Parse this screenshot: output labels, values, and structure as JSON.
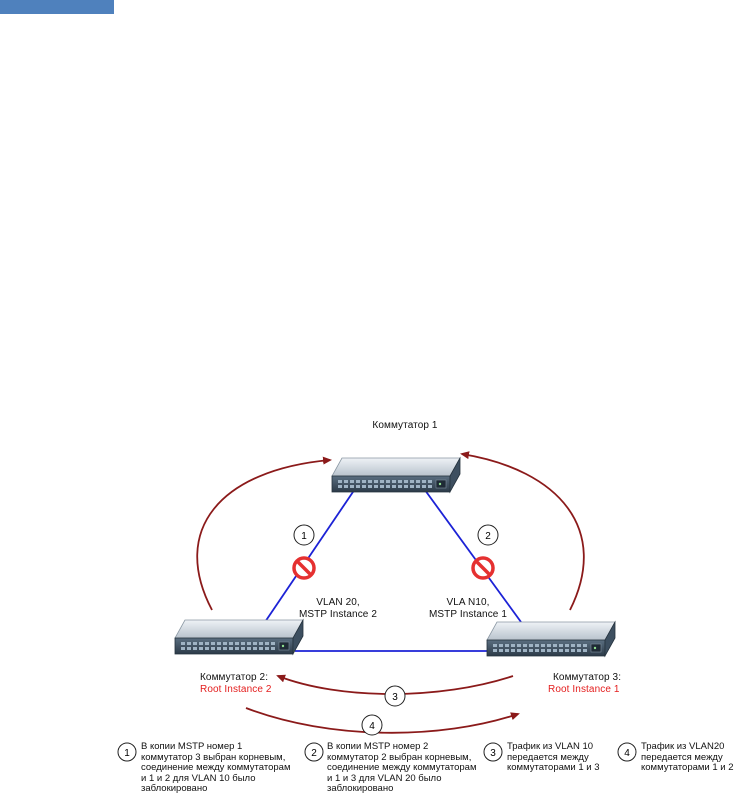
{
  "switches": {
    "sw1": {
      "label": "Коммутатор 1"
    },
    "sw2": {
      "label": "Коммутатор 2:",
      "role": "Root Instance 2"
    },
    "sw3": {
      "label": "Коммутатор 3:",
      "role": "Root Instance 1"
    }
  },
  "links": {
    "left": {
      "line1": "VLAN 20,",
      "line2": "MSTP Instance 2"
    },
    "right": {
      "line1": "VLA N10,",
      "line2": "MSTP Instance 1"
    }
  },
  "markers": [
    "1",
    "2",
    "3",
    "4"
  ],
  "callouts": [
    {
      "num": "1",
      "lines": [
        "В копии MSTP номер 1",
        "коммутатор 3 выбран корневым,",
        "соединение между коммутаторам",
        "и 1 и 2 для VLAN 10 было",
        "заблокировано"
      ]
    },
    {
      "num": "2",
      "lines": [
        "В копии MSTP номер 2",
        "коммутатор 2 выбран корневым,",
        "соединение между коммутаторам",
        "и 1 и 3 для VLAN 20 было",
        "заблокировано"
      ]
    },
    {
      "num": "3",
      "lines": [
        "Трафик из VLAN 10",
        "передается между",
        "коммутаторами 1 и 3"
      ]
    },
    {
      "num": "4",
      "lines": [
        "Трафик из VLAN20",
        "передается между",
        "коммутаторами 1 и 2"
      ]
    }
  ],
  "colors": {
    "link": "#1c22d6",
    "arrow": "#8b1a1a",
    "block": "#e53030",
    "root": "#e41e1e",
    "tab": "#4f81bd"
  }
}
